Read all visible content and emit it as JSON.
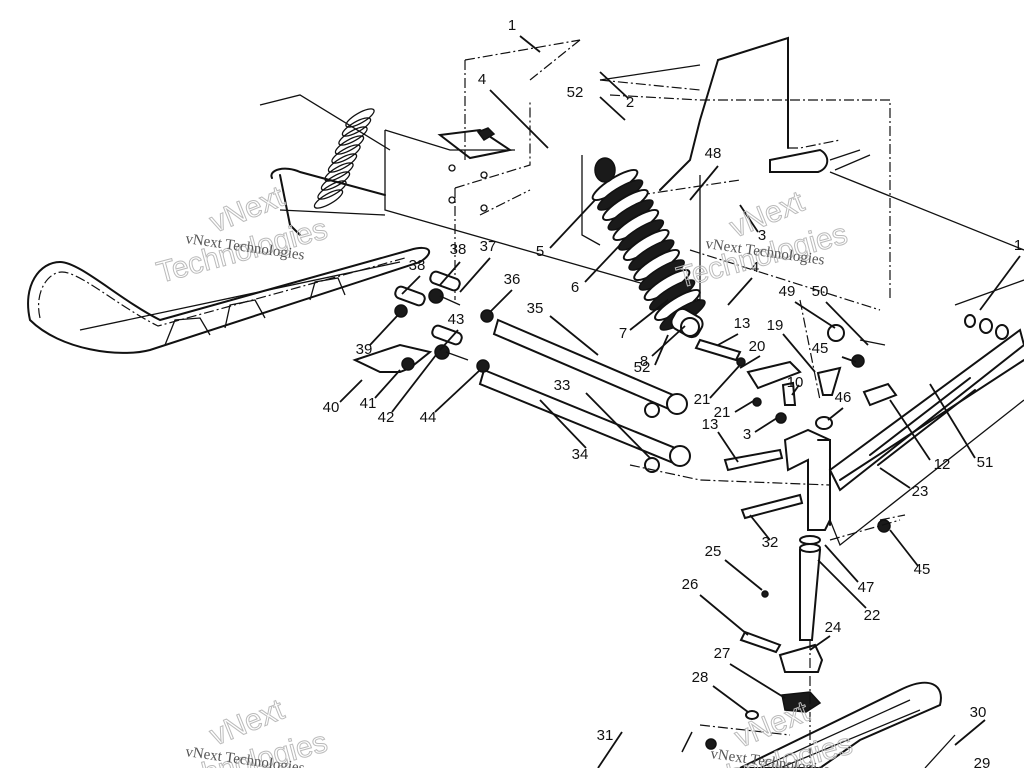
{
  "diagram": {
    "title": "Front Suspension / Ski Assembly Exploded View",
    "watermarks": [
      {
        "serif": "vNext Technologies",
        "outline_top": "vNext",
        "outline_bottom": "Technologies"
      },
      {
        "serif": "vNext Technologies",
        "outline_top": "vNext",
        "outline_bottom": "Technologies"
      },
      {
        "serif": "vNext Technologies",
        "outline_top": "vNext",
        "outline_bottom": "Technologies"
      },
      {
        "serif": "vNext Technologies",
        "outline_top": "vNext",
        "outline_bottom": "Technologies"
      }
    ],
    "callouts": [
      {
        "id": "c1",
        "label": "1"
      },
      {
        "id": "c2",
        "label": "2"
      },
      {
        "id": "c4a",
        "label": "4"
      },
      {
        "id": "c52a",
        "label": "52"
      },
      {
        "id": "c48",
        "label": "48"
      },
      {
        "id": "c3a",
        "label": "3"
      },
      {
        "id": "c4b",
        "label": "4"
      },
      {
        "id": "c5",
        "label": "5"
      },
      {
        "id": "c6",
        "label": "6"
      },
      {
        "id": "c7",
        "label": "7"
      },
      {
        "id": "c8",
        "label": "8"
      },
      {
        "id": "c52b",
        "label": "52"
      },
      {
        "id": "c38a",
        "label": "38"
      },
      {
        "id": "c37",
        "label": "37"
      },
      {
        "id": "c38b",
        "label": "38"
      },
      {
        "id": "c36",
        "label": "36"
      },
      {
        "id": "c35",
        "label": "35"
      },
      {
        "id": "c43",
        "label": "43"
      },
      {
        "id": "c39",
        "label": "39"
      },
      {
        "id": "c40",
        "label": "40"
      },
      {
        "id": "c41",
        "label": "41"
      },
      {
        "id": "c42",
        "label": "42"
      },
      {
        "id": "c44",
        "label": "44"
      },
      {
        "id": "c33",
        "label": "33"
      },
      {
        "id": "c34",
        "label": "34"
      },
      {
        "id": "c49",
        "label": "49"
      },
      {
        "id": "c50",
        "label": "50"
      },
      {
        "id": "c13a",
        "label": "13"
      },
      {
        "id": "c19",
        "label": "19"
      },
      {
        "id": "c20",
        "label": "20"
      },
      {
        "id": "c45a",
        "label": "45"
      },
      {
        "id": "c10",
        "label": "10"
      },
      {
        "id": "c21a",
        "label": "21"
      },
      {
        "id": "c21b",
        "label": "21"
      },
      {
        "id": "c46",
        "label": "46"
      },
      {
        "id": "c13b",
        "label": "13"
      },
      {
        "id": "c3b",
        "label": "3"
      },
      {
        "id": "c12",
        "label": "12"
      },
      {
        "id": "c51",
        "label": "51"
      },
      {
        "id": "c23",
        "label": "23"
      },
      {
        "id": "c32",
        "label": "32"
      },
      {
        "id": "c45b",
        "label": "45"
      },
      {
        "id": "c47",
        "label": "47"
      },
      {
        "id": "c22",
        "label": "22"
      },
      {
        "id": "c25",
        "label": "25"
      },
      {
        "id": "c26",
        "label": "26"
      },
      {
        "id": "c24",
        "label": "24"
      },
      {
        "id": "c27",
        "label": "27"
      },
      {
        "id": "c28",
        "label": "28"
      },
      {
        "id": "c31",
        "label": "31"
      },
      {
        "id": "c30",
        "label": "30"
      },
      {
        "id": "c29",
        "label": "29"
      },
      {
        "id": "c1r",
        "label": "1"
      }
    ]
  }
}
